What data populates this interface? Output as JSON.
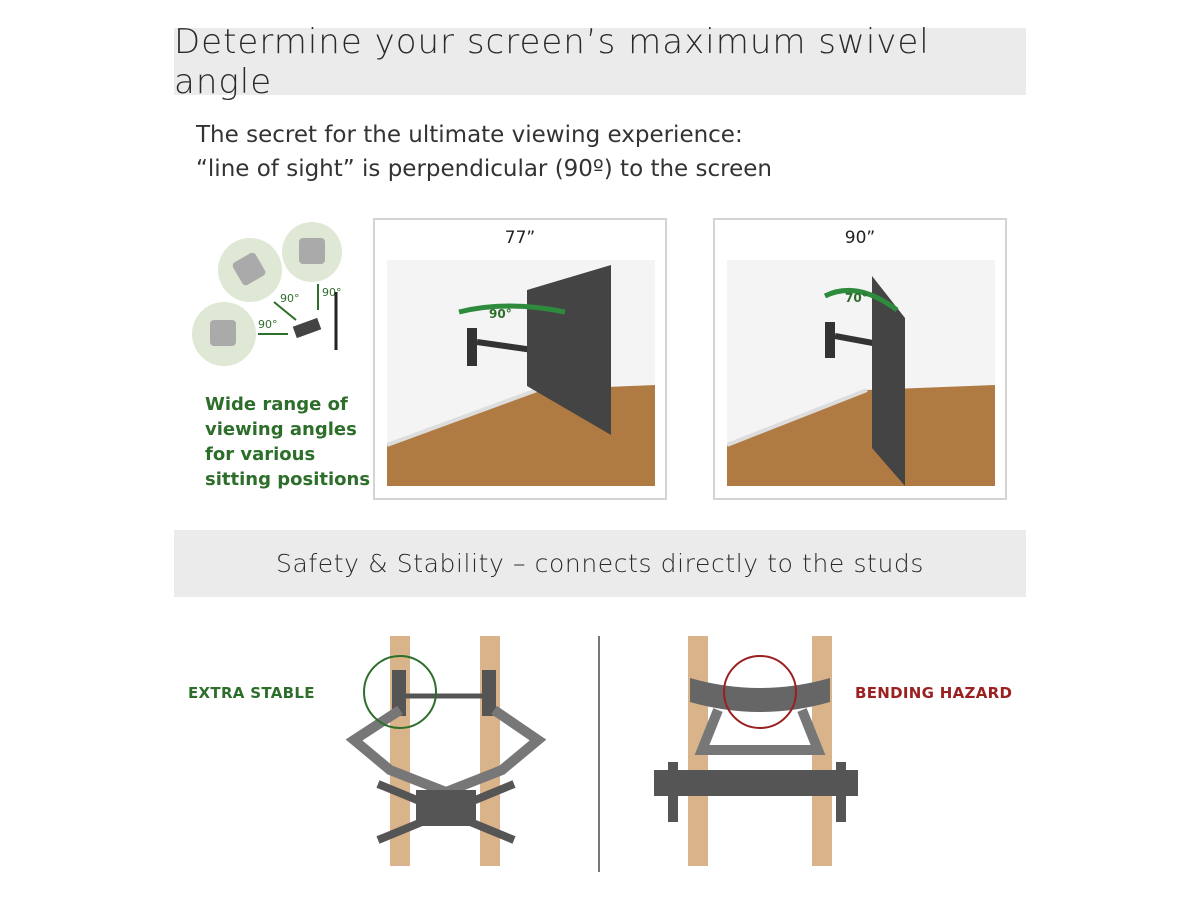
{
  "header": {
    "title": "Determine your screen’s maximum swivel angle"
  },
  "intro": {
    "line1": "The secret for the ultimate viewing experience:",
    "line2": "“line of sight” is perpendicular (90º) to the screen"
  },
  "sitting_diagram": {
    "caption": "Wide range of viewing angles for various sitting positions",
    "angle_labels": [
      "90°",
      "90°",
      "90°"
    ],
    "accent_color": "#2e6e2b"
  },
  "panels": [
    {
      "size": "77”",
      "angle": "90°"
    },
    {
      "size": "90”",
      "angle": "70°"
    }
  ],
  "section2": {
    "title": "Safety & Stability – connects directly to the studs"
  },
  "callouts": {
    "stable": "EXTRA STABLE",
    "hazard": "BENDING HAZARD",
    "stable_color": "#2e6e2b",
    "hazard_color": "#9b2020"
  }
}
